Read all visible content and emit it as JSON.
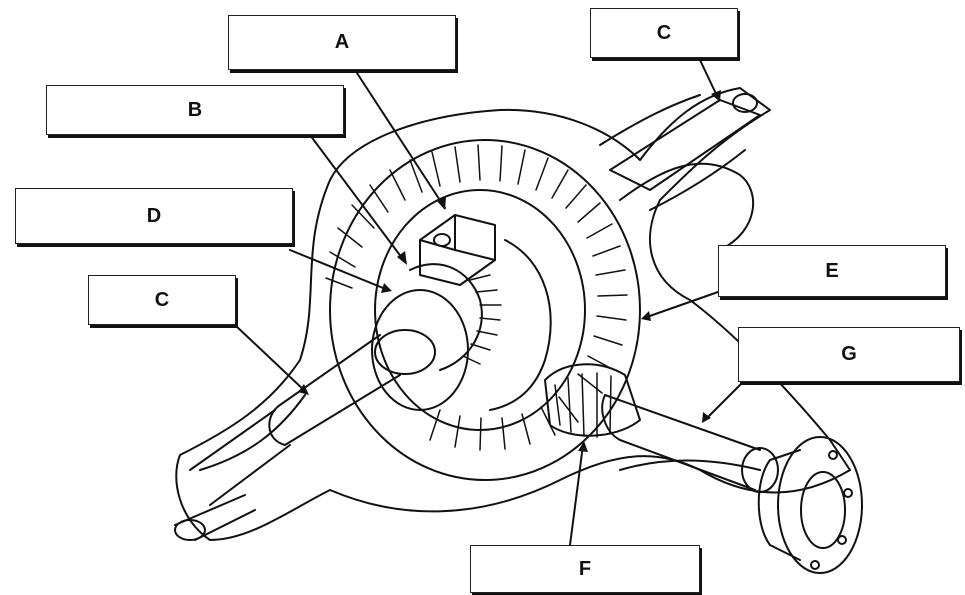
{
  "diagram": {
    "labels": {
      "a": "A",
      "b": "B",
      "c_top": "C",
      "c_left": "C",
      "d": "D",
      "e": "E",
      "f": "F",
      "g": "G"
    }
  }
}
